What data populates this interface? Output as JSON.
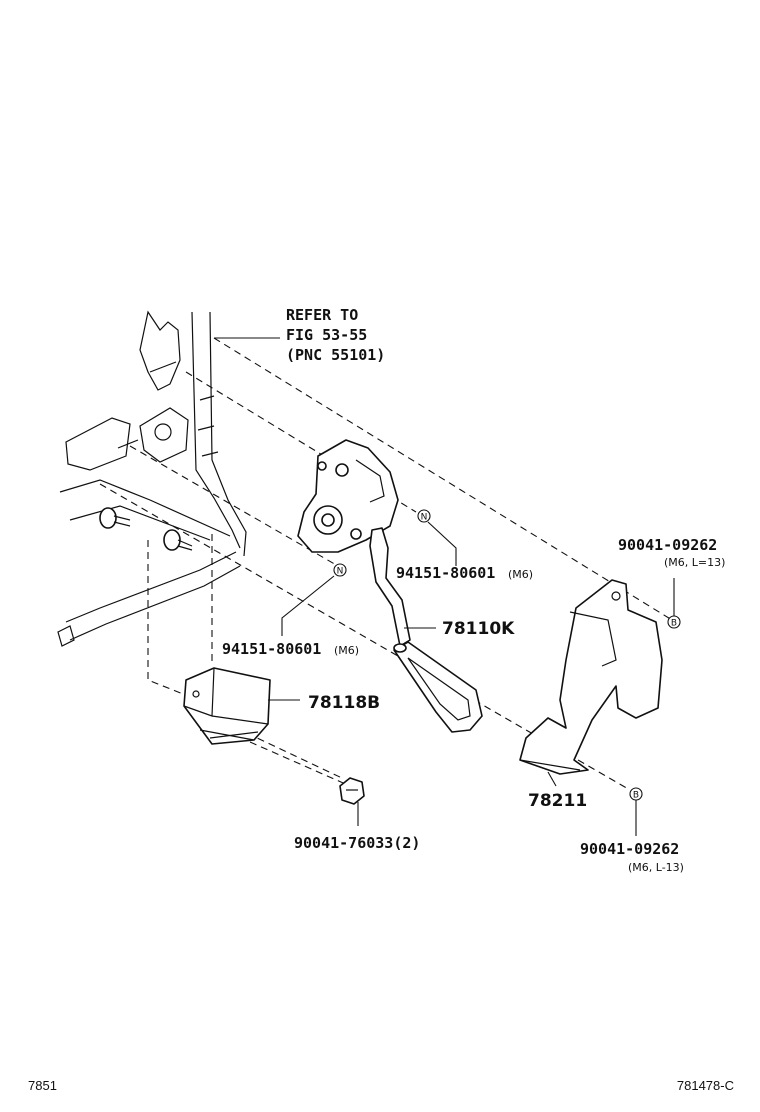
{
  "refer_note": {
    "line1": "REFER TO",
    "line2": "FIG 53-55",
    "line3": "(PNC 55101)"
  },
  "parts": {
    "p78110k": "78110K",
    "p78118b": "78118B",
    "p78211": "78211",
    "bolt_a_no": "94151-80601",
    "bolt_a_spec": "(M6)",
    "bolt_b_no": "94151-80601",
    "bolt_b_spec": "(M6)",
    "screw_top_no": "90041-09262",
    "screw_top_spec": "(M6, L=13)",
    "screw_bottom_no": "90041-09262",
    "screw_bottom_spec": "(M6, L-13)",
    "clip_no": "90041-76033(2)"
  },
  "markers": {
    "n": "N",
    "b": "B"
  },
  "footer": {
    "left_code": "7851",
    "right_code": "781478-C"
  }
}
